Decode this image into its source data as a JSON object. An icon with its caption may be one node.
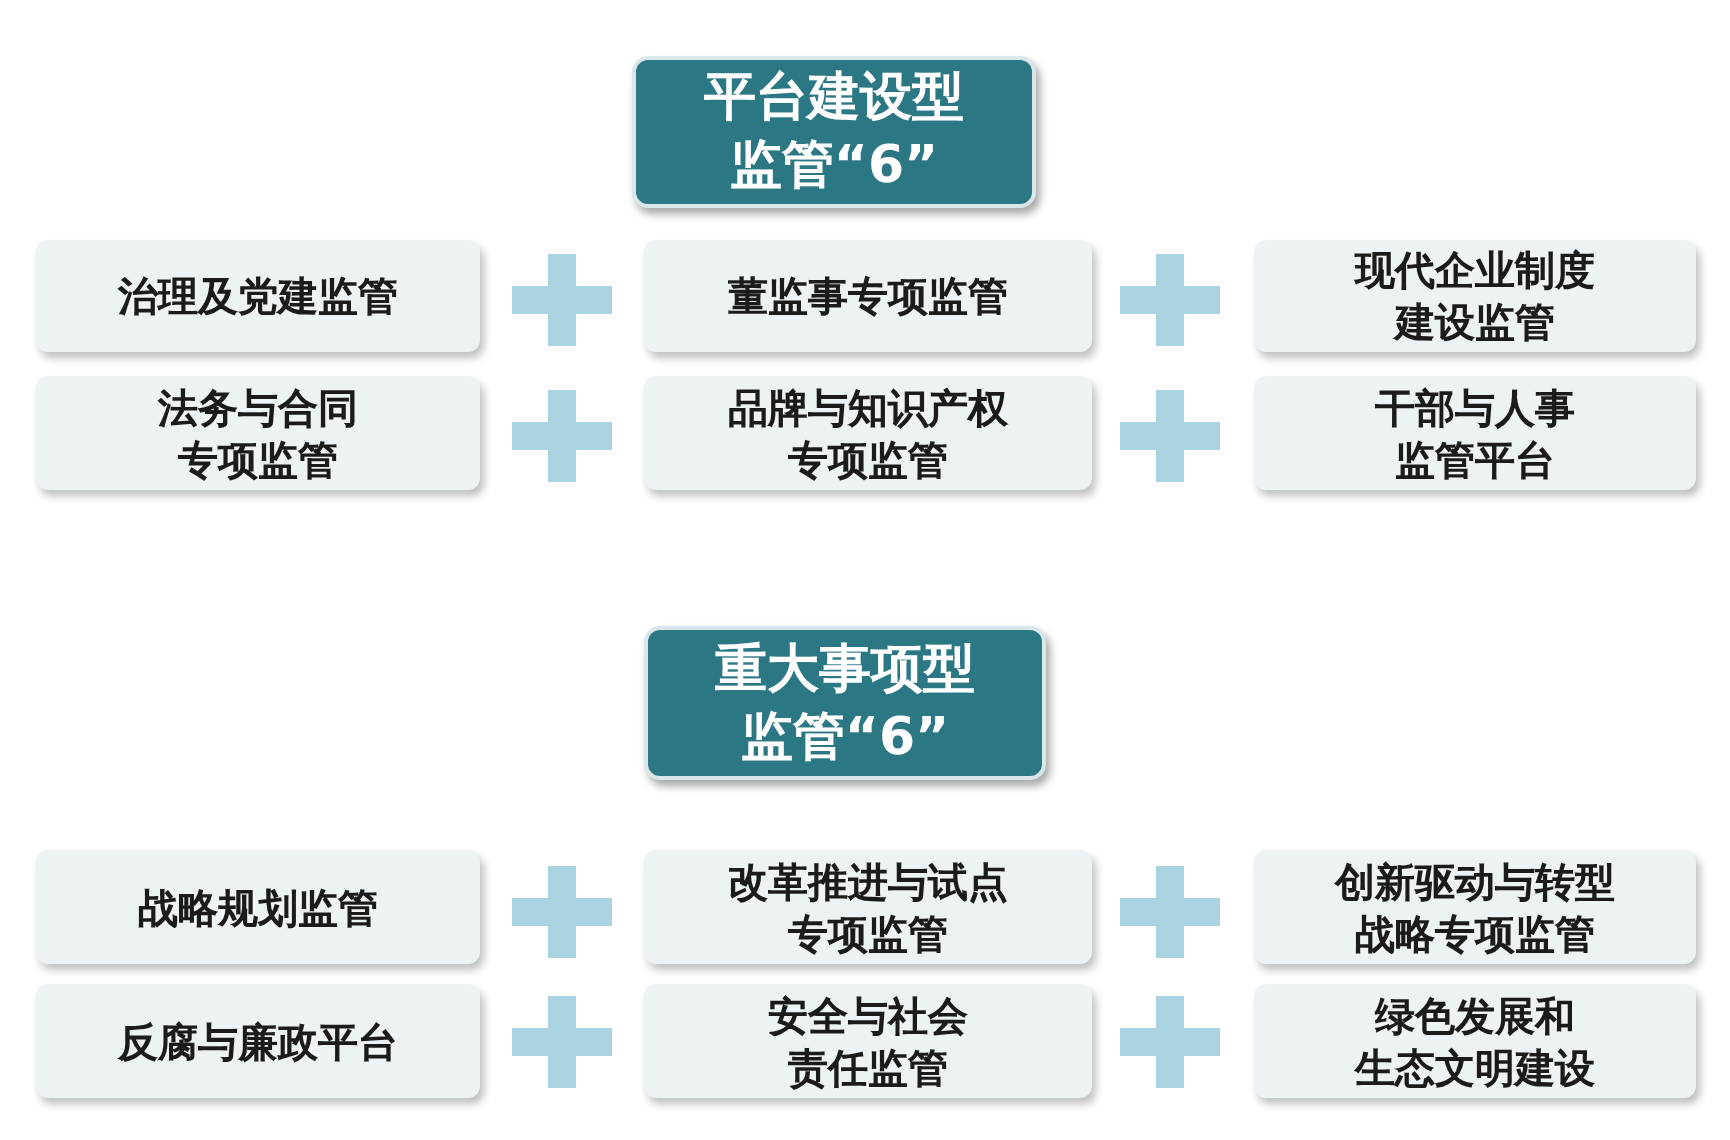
{
  "diagram": {
    "nodes": [
      {
        "text": [
          "平台建设型监管“6”"
        ]
      },
      {
        "text": [
          "治理及党建监管"
        ]
      },
      {
        "text": [
          "董监事专项监管"
        ]
      },
      {
        "text": [
          "现代企业制度建设监管"
        ]
      },
      {
        "text": [
          "法务与合同专项监管"
        ]
      },
      {
        "text": [
          "品牌与知识产权专项监管"
        ]
      },
      {
        "text": [
          "干部与人事监管平台"
        ]
      },
      {
        "text": [
          "重大事项型监管“6”"
        ]
      },
      {
        "text": [
          "战略规划监管"
        ]
      },
      {
        "text": [
          "改革推进与试点专项监管"
        ]
      },
      {
        "text": [
          "创新驱动与转型战略专项监管"
        ]
      },
      {
        "text": [
          "反腐与廉政平台"
        ]
      },
      {
        "text": [
          "安全与社会责任监管"
        ]
      },
      {
        "text": [
          "绿色发展和生态文明建设"
        ]
      }
    ]
  }
}
